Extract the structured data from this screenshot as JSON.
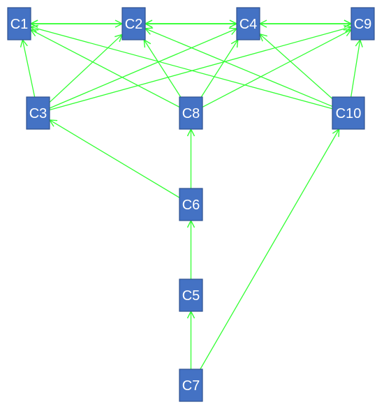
{
  "colors": {
    "node_fill": "#4472C4",
    "node_stroke": "#2F528F",
    "label": "#FFFFFF",
    "edge": "#33FF33"
  },
  "nodes": [
    {
      "id": "C1",
      "label": "C1"
    },
    {
      "id": "C2",
      "label": "C2"
    },
    {
      "id": "C4",
      "label": "C4"
    },
    {
      "id": "C9",
      "label": "C9"
    },
    {
      "id": "C3",
      "label": "C3"
    },
    {
      "id": "C8",
      "label": "C8"
    },
    {
      "id": "C10",
      "label": "C10"
    },
    {
      "id": "C6",
      "label": "C6"
    },
    {
      "id": "C5",
      "label": "C5"
    },
    {
      "id": "C7",
      "label": "C7"
    }
  ],
  "edges": [
    {
      "from": "C1",
      "to": "C2"
    },
    {
      "from": "C1",
      "to": "C4"
    },
    {
      "from": "C1",
      "to": "C9"
    },
    {
      "from": "C2",
      "to": "C1"
    },
    {
      "from": "C2",
      "to": "C4"
    },
    {
      "from": "C2",
      "to": "C9"
    },
    {
      "from": "C4",
      "to": "C1"
    },
    {
      "from": "C4",
      "to": "C2"
    },
    {
      "from": "C4",
      "to": "C9"
    },
    {
      "from": "C9",
      "to": "C1"
    },
    {
      "from": "C9",
      "to": "C2"
    },
    {
      "from": "C9",
      "to": "C4"
    },
    {
      "from": "C3",
      "to": "C1"
    },
    {
      "from": "C3",
      "to": "C2"
    },
    {
      "from": "C3",
      "to": "C4"
    },
    {
      "from": "C3",
      "to": "C9"
    },
    {
      "from": "C8",
      "to": "C1"
    },
    {
      "from": "C8",
      "to": "C2"
    },
    {
      "from": "C8",
      "to": "C4"
    },
    {
      "from": "C8",
      "to": "C9"
    },
    {
      "from": "C10",
      "to": "C1"
    },
    {
      "from": "C10",
      "to": "C2"
    },
    {
      "from": "C10",
      "to": "C4"
    },
    {
      "from": "C10",
      "to": "C9"
    },
    {
      "from": "C6",
      "to": "C3"
    },
    {
      "from": "C6",
      "to": "C8"
    },
    {
      "from": "C5",
      "to": "C6"
    },
    {
      "from": "C7",
      "to": "C5"
    },
    {
      "from": "C7",
      "to": "C10"
    }
  ]
}
